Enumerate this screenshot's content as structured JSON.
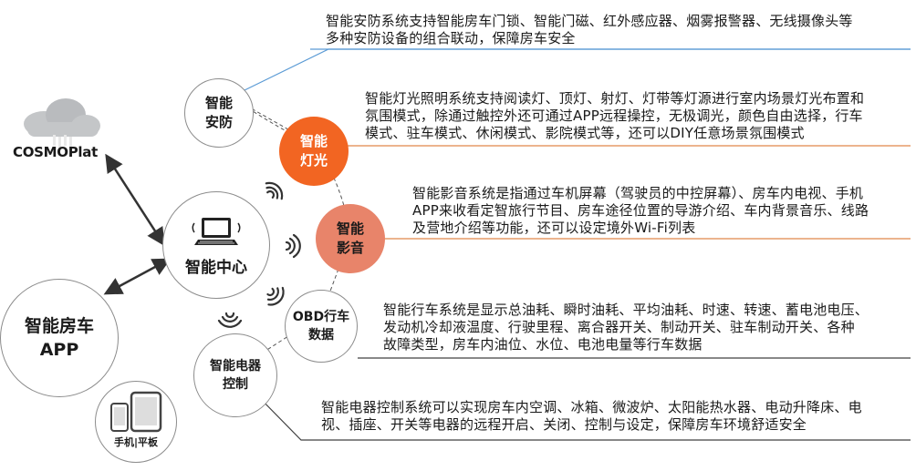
{
  "platform": {
    "name": "COSMOPlat"
  },
  "app": {
    "line1": "智能房车",
    "line2": "APP"
  },
  "devices": {
    "label": "手机|平板"
  },
  "center": {
    "label": "智能中心"
  },
  "modules": [
    {
      "line1": "智能",
      "line2": "安防",
      "style": "white"
    },
    {
      "line1": "智能",
      "line2": "灯光",
      "style": "orange"
    },
    {
      "line1": "智能",
      "line2": "影音",
      "style": "salmon"
    },
    {
      "line1": "OBD行车",
      "line2": "数据",
      "style": "white"
    },
    {
      "line1": "智能电器",
      "line2": "控制",
      "style": "white"
    }
  ],
  "descriptions": [
    {
      "lines": [
        "智能安防系统支持智能房车门锁、智能门磁、红外感应器、烟雾报警器、无线摄像头等",
        "多种安防设备的组合联动，保障房车安全"
      ]
    },
    {
      "lines": [
        "智能灯光照明系统支持阅读灯、顶灯、射灯、灯带等灯源进行室内场景灯光布置和",
        "氛围模式，除通过触控外还可通过APP远程操控，无极调光，颜色自由选择，行车",
        "模式、驻车模式、休闲模式、影院模式等，还可以DIY任意场景氛围模式"
      ]
    },
    {
      "lines": [
        "智能影音系统是指通过车机屏幕（驾驶员的中控屏幕）、房车内电视、手机",
        "APP来收看定智旅行节目、房车途径位置的导游介绍、车内背景音乐、线路",
        "及营地介绍等功能，还可以设定境外Wi-Fi列表"
      ]
    },
    {
      "lines": [
        "智能行车系统是显示总油耗、瞬时油耗、平均油耗、时速、转速、蓄电池电压、",
        "发动机冷却液温度、行驶里程、离合器开关、制动开关、驻车制动开关、各种",
        "故障类型，房车内油位、水位、电池电量等行车数据"
      ]
    },
    {
      "lines": [
        "智能电器控制系统可以实现房车内空调、冰箱、微波炉、太阳能热水器、电动升降床、电",
        "视、插座、开关等电器的远程开启、关闭、控制与设定，保障房车环境舒适安全"
      ]
    }
  ],
  "colors": {
    "orange": "#f26522",
    "salmon": "#e8846a",
    "line_blue": "#5b9bd5",
    "line_orange": "#e0874a",
    "line_dark": "#404040",
    "circle_border": "#8c8c8c"
  },
  "icons": [
    "cloud-icon",
    "laptop-icon",
    "wifi-signal-icon",
    "phone-icon",
    "tablet-icon"
  ]
}
